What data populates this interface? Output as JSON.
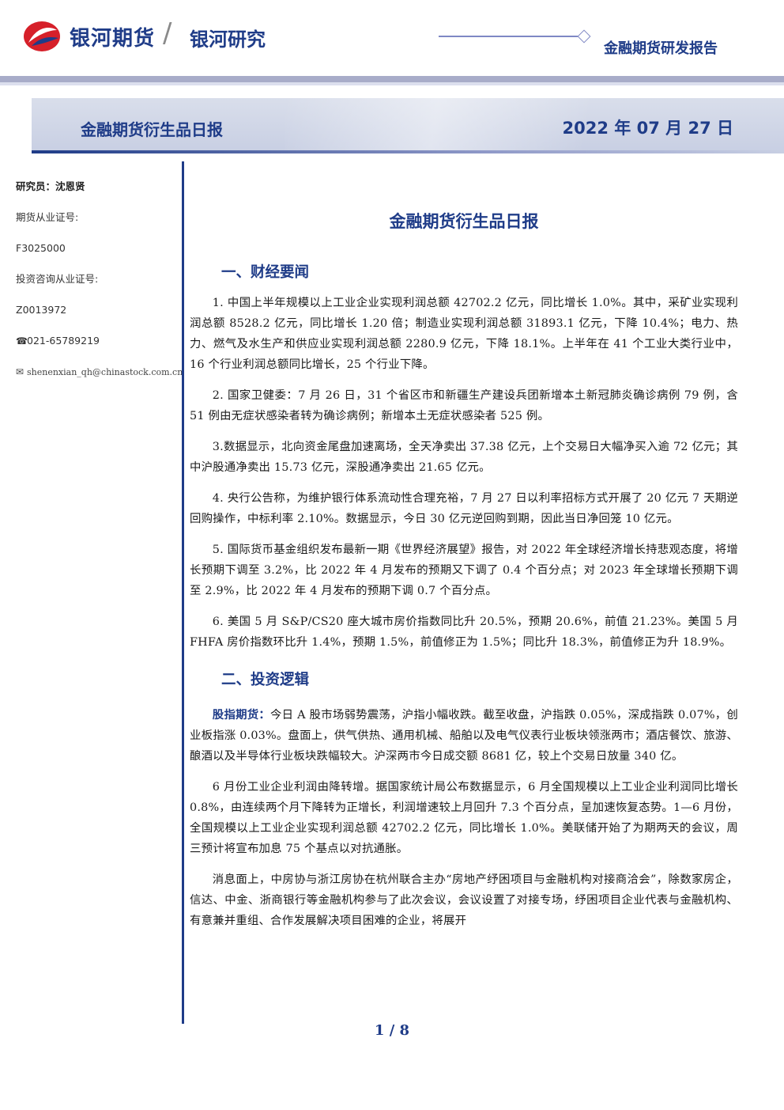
{
  "header": {
    "brand": "银河期货",
    "divider": "/",
    "sub_brand": "银河研究",
    "report_type": "金融期货研发报告"
  },
  "banner": {
    "title": "金融期货衍生品日报",
    "date": "2022 年 07 月 27 日"
  },
  "sidebar": {
    "researcher": "研究员：沈恩贤",
    "futures_cert_label": "期货从业证号:",
    "futures_cert_no": "F3025000",
    "advisory_cert_label": "投资咨询从业证号:",
    "advisory_cert_no": "Z0013972",
    "phone": "021-65789219",
    "email": "shenenxian_qh@chinastock.com.cn",
    "phone_icon": "phone-icon",
    "email_icon": "envelope-icon"
  },
  "main": {
    "title": "金融期货衍生品日报",
    "section1_heading": "一、财经要闻",
    "news": [
      "1. 中国上半年规模以上工业企业实现利润总额 42702.2 亿元，同比增长 1.0%。其中，采矿业实现利润总额 8528.2 亿元，同比增长 1.20 倍；制造业实现利润总额 31893.1 亿元，下降 10.4%；电力、热力、燃气及水生产和供应业实现利润总额 2280.9 亿元，下降 18.1%。上半年在 41 个工业大类行业中，16 个行业利润总额同比增长，25 个行业下降。",
      "2. 国家卫健委：7 月 26 日，31 个省区市和新疆生产建设兵团新增本土新冠肺炎确诊病例 79 例，含 51 例由无症状感染者转为确诊病例；新增本土无症状感染者 525 例。",
      "3.数据显示，北向资金尾盘加速离场，全天净卖出 37.38 亿元，上个交易日大幅净买入逾 72 亿元；其中沪股通净卖出 15.73 亿元，深股通净卖出 21.65 亿元。",
      "4. 央行公告称，为维护银行体系流动性合理充裕，7 月 27 日以利率招标方式开展了 20 亿元 7 天期逆回购操作，中标利率 2.10%。数据显示，今日 30 亿元逆回购到期，因此当日净回笼 10 亿元。",
      "5. 国际货币基金组织发布最新一期《世界经济展望》报告，对 2022 年全球经济增长持悲观态度，将增长预期下调至 3.2%，比 2022 年 4 月发布的预期又下调了 0.4 个百分点；对 2023 年全球增长预期下调至 2.9%，比 2022 年 4 月发布的预期下调 0.7 个百分点。",
      "6. 美国 5 月 S&P/CS20 座大城市房价指数同比升 20.5%，预期 20.6%，前值 21.23%。美国 5 月 FHFA 房价指数环比升 1.4%，预期 1.5%，前值修正为 1.5%；同比升 18.3%，前值修正为升 18.9%。"
    ],
    "section2_heading": "二、投资逻辑",
    "logic_lead": "股指期货：",
    "logic_p1": "今日 A 股市场弱势震荡，沪指小幅收跌。截至收盘，沪指跌 0.05%，深成指跌 0.07%，创业板指涨 0.03%。盘面上，供气供热、通用机械、船舶以及电气仪表行业板块领涨两市；酒店餐饮、旅游、酿酒以及半导体行业板块跌幅较大。沪深两市今日成交额 8681 亿，较上个交易日放量 340 亿。",
    "logic_p2": "6 月份工业企业利润由降转增。据国家统计局公布数据显示，6 月全国规模以上工业企业利润同比增长 0.8%，由连续两个月下降转为正增长，利润增速较上月回升 7.3 个百分点，呈加速恢复态势。1—6 月份，全国规模以上工业企业实现利润总额 42702.2 亿元，同比增长 1.0%。美联储开始了为期两天的会议，周三预计将宣布加息 75 个基点以对抗通胀。",
    "logic_p3": "消息面上，中房协与浙江房协在杭州联合主办“房地产纾困项目与金融机构对接商洽会”，除数家房企，信达、中金、浙商银行等金融机构参与了此次会议，会议设置了对接专场，纾困项目企业代表与金融机构、有意兼并重组、合作发展解决项目困难的企业，将展开"
  },
  "footer": {
    "page": "1 / 8"
  },
  "colors": {
    "brand_blue": "#1f3c88",
    "logo_red": "#d6202a",
    "banner_bg": "#d9deeb"
  }
}
